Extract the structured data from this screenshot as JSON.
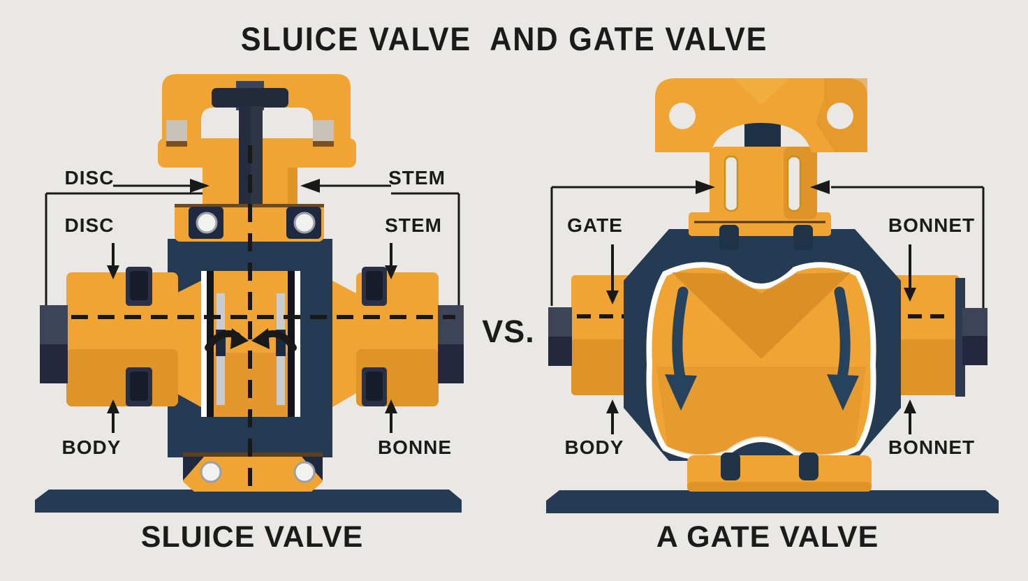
{
  "title": "SLUICE VALVE  AND GATE VALVE",
  "vs_text": "VS.",
  "left_valve": {
    "caption": "SLUICE VALVE",
    "labels": {
      "disc_upper": "DISC",
      "stem_upper": "STEM",
      "disc_lower": "DISC",
      "stem_lower": "STEM",
      "body": "BODY",
      "bonnet": "BONNE"
    }
  },
  "right_valve": {
    "caption": "A GATE VALVE",
    "labels": {
      "gate": "GATE",
      "bonnet_upper": "BONNET",
      "body": "BODY",
      "bonnet_lower": "BONNET"
    }
  },
  "colors": {
    "bg": "#E9E8E5",
    "yellow": "#EFA433",
    "yellow_light": "#F4B242",
    "yellow_dark": "#DE9427",
    "orange_deep": "#D88C26",
    "navy": "#243B53",
    "navy_dark": "#1B2A3E",
    "stub_light": "#3D4457",
    "stub_dark": "#23283E",
    "seat_black": "#10151E",
    "text": "#1B1B1B",
    "white_outline": "#FFFFFF",
    "gray_insert": "#C8C2B8",
    "bolt_face": "#F1F1EF",
    "bolt_ring": "#9AA0A8",
    "line": "#191919",
    "flow_arrow": "#26425C",
    "wedge_brown": "#7A4F22"
  }
}
